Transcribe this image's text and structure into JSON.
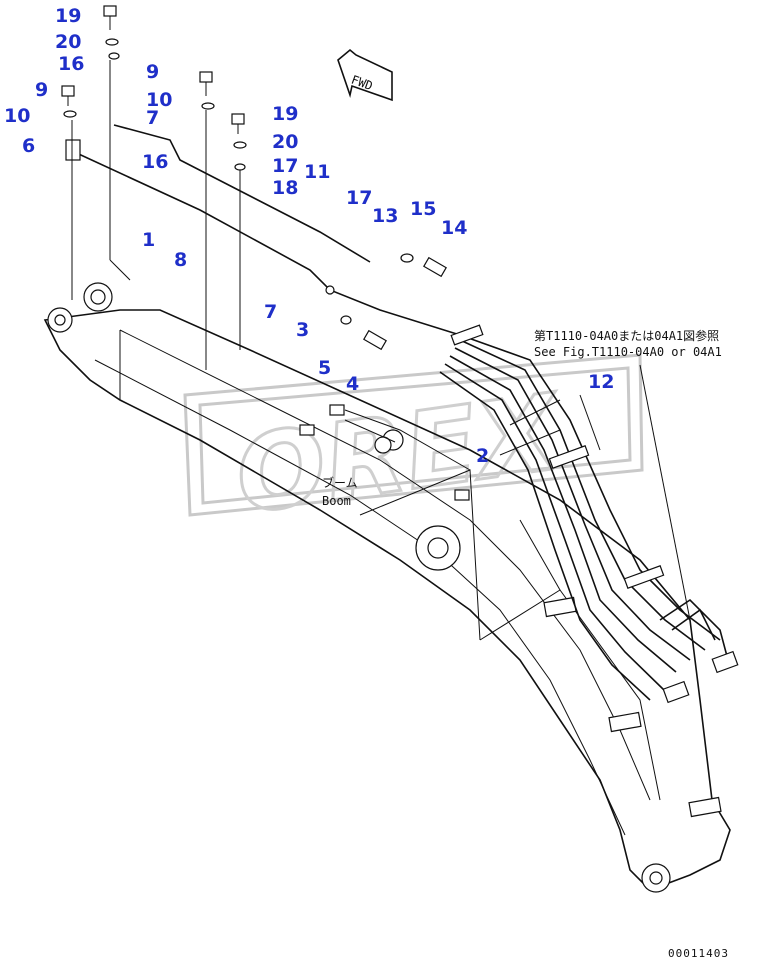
{
  "callouts": {
    "c19a": "19",
    "c20a": "20",
    "c16a": "16",
    "c9a": "9",
    "c10a": "10",
    "c6": "6",
    "c9b": "9",
    "c10b": "10",
    "c7a": "7",
    "c16b": "16",
    "c19b": "19",
    "c20b": "20",
    "c17a": "17",
    "c18": "18",
    "c11": "11",
    "c17b": "17",
    "c13": "13",
    "c15": "15",
    "c14": "14",
    "c1": "1",
    "c8": "8",
    "c7b": "7",
    "c3": "3",
    "c5": "5",
    "c4": "4",
    "c12": "12",
    "c2": "2"
  },
  "labels": {
    "fwd": "FWD",
    "boom_jp": "ブーム",
    "boom_en": "Boom",
    "ref_jp": "第T1110-04A0または04A1図参照",
    "ref_en": "See Fig.T1110-04A0 or 04A1",
    "drawing_number": "00011403"
  },
  "watermark": "OREX",
  "colors": {
    "callout": "#1f2fc9",
    "lines": "#111111",
    "watermark": "#c9c9c9"
  }
}
